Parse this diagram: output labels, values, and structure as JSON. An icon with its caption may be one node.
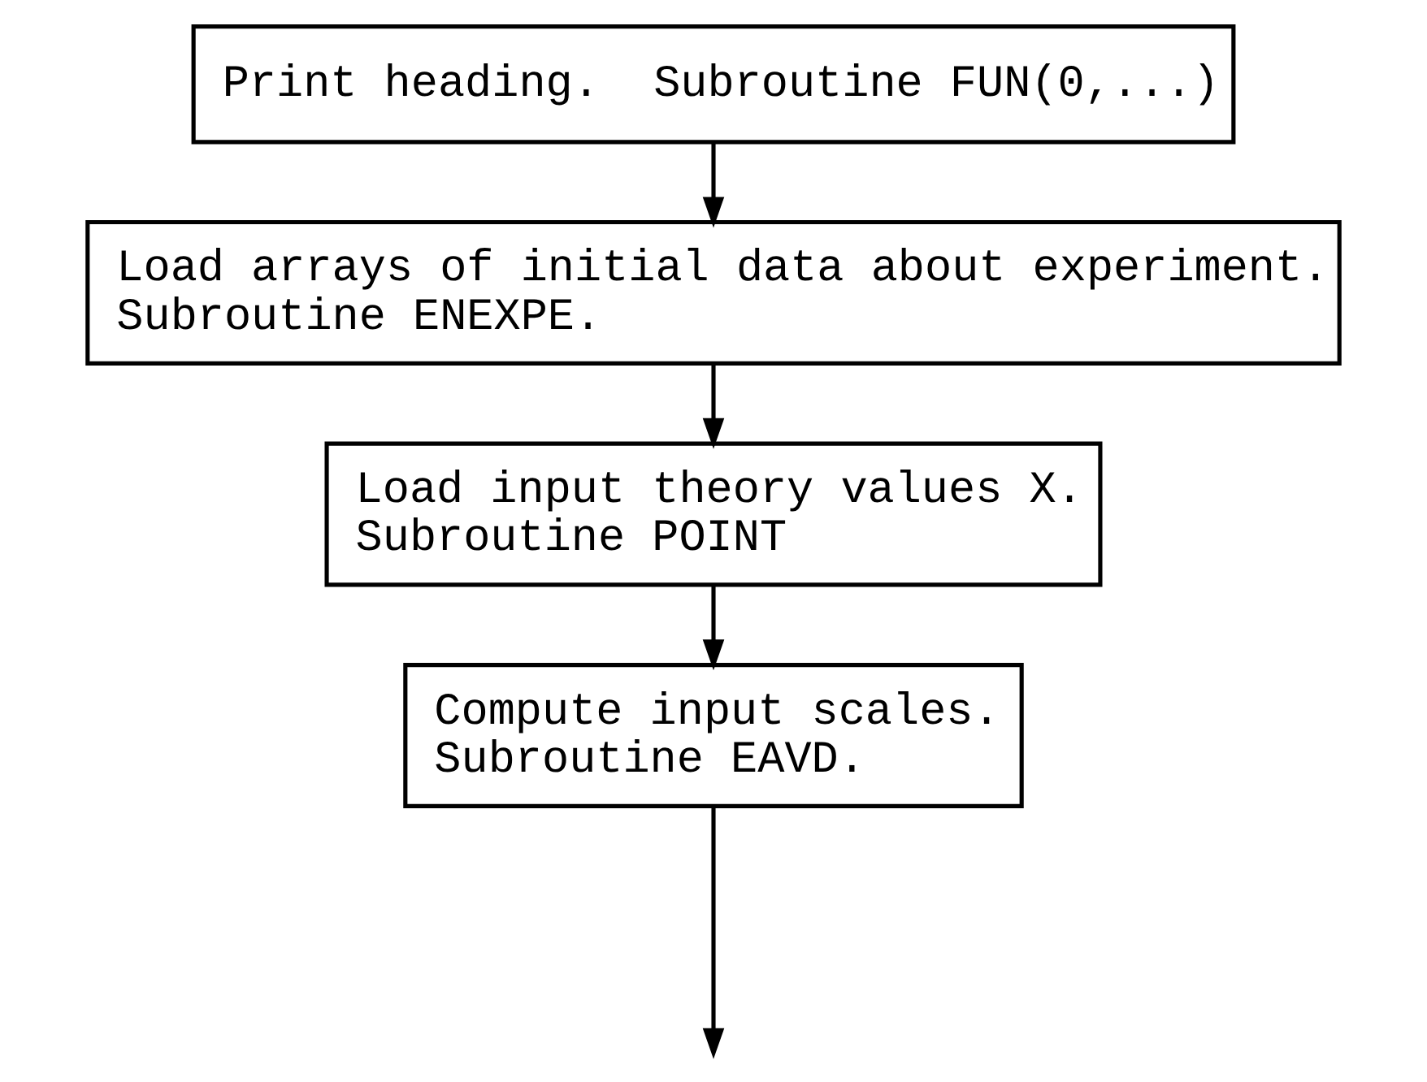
{
  "diagram": {
    "nodes": [
      {
        "text": [
          "Print heading.  Subroutine FUN(0,...)"
        ]
      },
      {
        "text": [
          "Load arrays of initial data about experiment.",
          "Subroutine ENEXPE."
        ]
      },
      {
        "text": [
          "Load input theory values X.",
          "Subroutine POINT"
        ]
      },
      {
        "text": [
          "Compute input scales.",
          "Subroutine EAVD."
        ]
      }
    ],
    "edges": [
      {
        "from": 0,
        "to": 1,
        "arrow": "to"
      },
      {
        "from": 1,
        "to": 2,
        "arrow": "to"
      },
      {
        "from": 2,
        "to": 3,
        "arrow": "to"
      },
      {
        "from": 3,
        "to": null,
        "arrow": "to"
      }
    ]
  }
}
